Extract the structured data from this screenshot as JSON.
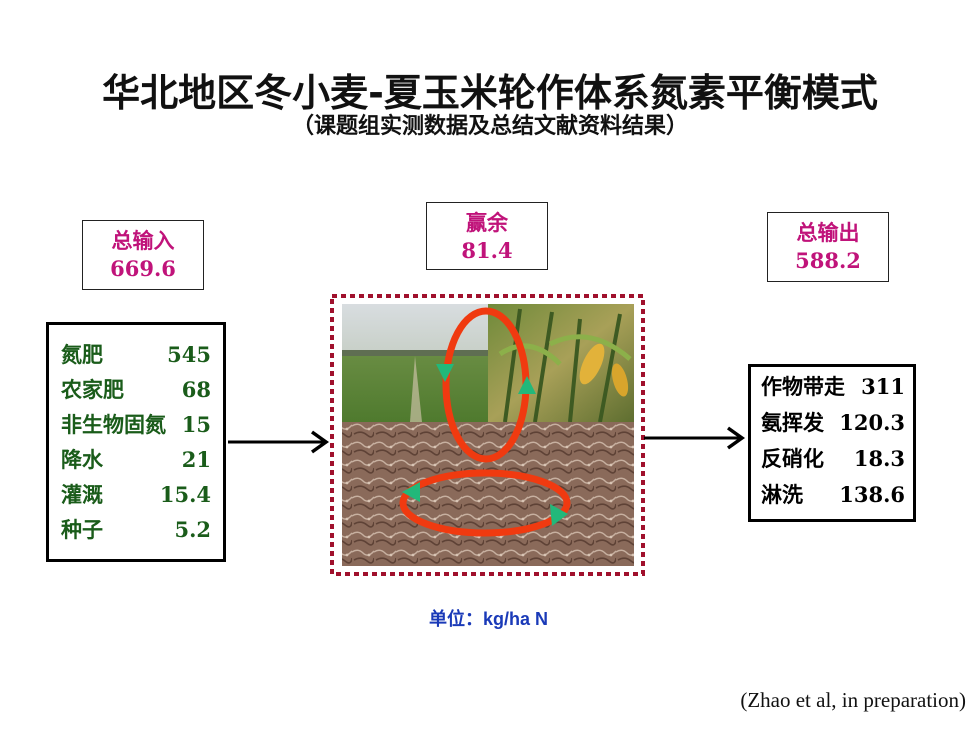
{
  "title": "华北地区冬小麦-夏玉米轮作体系氮素平衡模式",
  "subtitle": "（课题组实测数据及总结文献资料结果）",
  "input_total": {
    "label": "总输入",
    "value": "669.6"
  },
  "surplus": {
    "label": "赢余",
    "value": "81.4"
  },
  "output_total": {
    "label": "总输出",
    "value": "588.2"
  },
  "inputs": [
    {
      "name": "氮肥",
      "value": "545"
    },
    {
      "name": "农家肥",
      "value": "68"
    },
    {
      "name": "非生物固氮",
      "value": "15"
    },
    {
      "name": "降水",
      "value": "21"
    },
    {
      "name": "灌溉",
      "value": "15.4"
    },
    {
      "name": "种子",
      "value": "5.2"
    }
  ],
  "outputs": [
    {
      "name": "作物带走",
      "value": "311"
    },
    {
      "name": "氨挥发",
      "value": "120.3"
    },
    {
      "name": "反硝化",
      "value": "18.3"
    },
    {
      "name": "淋洗",
      "value": "138.6"
    }
  ],
  "units": "单位：kg/ha N",
  "citation": "(Zhao et al, in preparation)",
  "colors": {
    "box_value_text": "#c0137a",
    "input_text": "#1a5c1a",
    "units_text": "#1a3ab8",
    "cycle_arrow": "#f03a10",
    "arrow_head": "#22b87a",
    "frame_dots": "#a0102c"
  }
}
